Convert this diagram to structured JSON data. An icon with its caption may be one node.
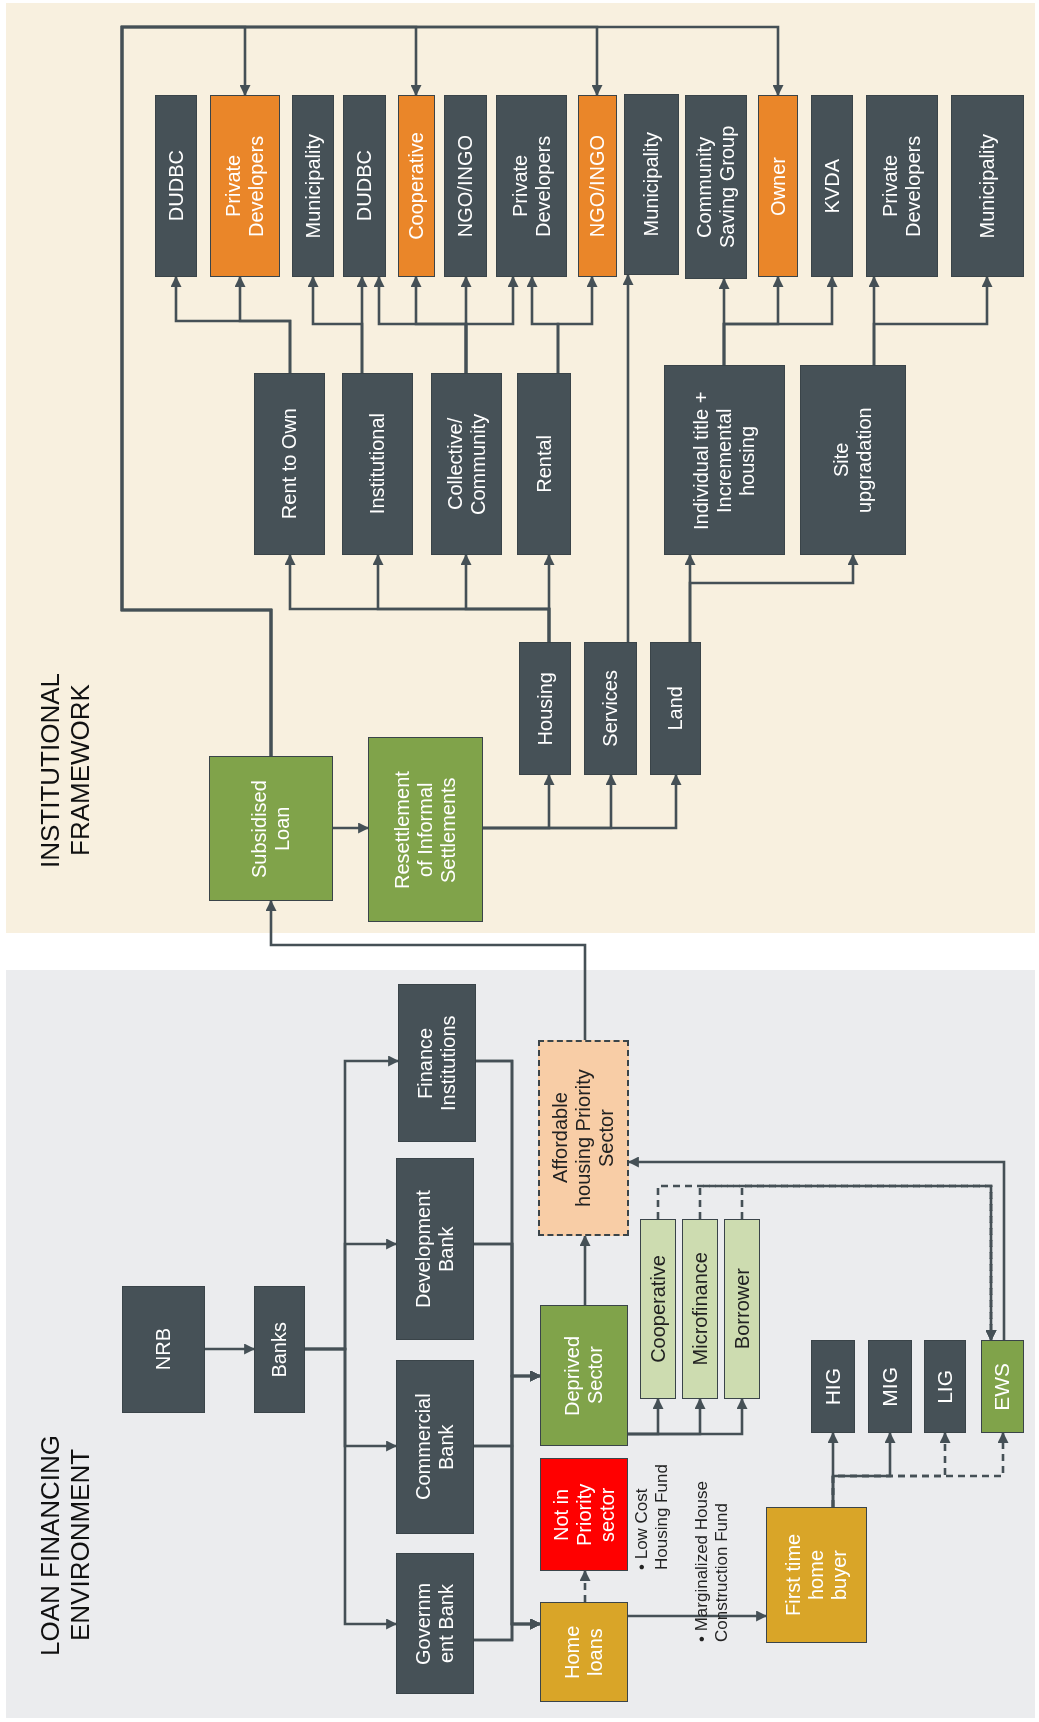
{
  "diagram": {
    "nodes": [
      {
        "text": [
          "LOAN FINANCING ENVIRONMENT"
        ]
      },
      {
        "text": [
          "NRB"
        ],
        "in": 0
      },
      {
        "text": [
          "Banks"
        ],
        "in": 0
      },
      {
        "text": [
          "Governm ent Bank"
        ],
        "in": 0
      },
      {
        "text": [
          "Commercial Bank"
        ],
        "in": 0
      },
      {
        "text": [
          "Development Bank"
        ],
        "in": 0
      },
      {
        "text": [
          "Finance Institutions"
        ],
        "in": 0
      },
      {
        "text": [
          "Home loans"
        ],
        "in": 0
      },
      {
        "text": [
          "Not in Priority sector"
        ],
        "in": 0
      },
      {
        "text": [
          "Deprived Sector"
        ],
        "in": 0
      },
      {
        "text": [
          "Affordable housing Priority Sector"
        ],
        "in": 0
      },
      {
        "text": [
          "Cooperative"
        ],
        "in": 0
      },
      {
        "text": [
          "Microfinance"
        ],
        "in": 0
      },
      {
        "text": [
          "Borrower"
        ],
        "in": 0
      },
      {
        "text": [
          "First time home buyer"
        ],
        "in": 0
      },
      {
        "text": [
          "HIG"
        ],
        "in": 0
      },
      {
        "text": [
          "MIG"
        ],
        "in": 0
      },
      {
        "text": [
          "LIG"
        ],
        "in": 0
      },
      {
        "text": [
          "EWS"
        ],
        "in": 0
      },
      {
        "text": [
          "INSTITUTIONAL FRAMEWORK"
        ]
      },
      {
        "text": [
          "Subsidised Loan"
        ],
        "in": 19
      },
      {
        "text": [
          "Resettlement of Informal Settlements"
        ],
        "in": 19
      },
      {
        "text": [
          "Housing"
        ],
        "in": 19
      },
      {
        "text": [
          "Services"
        ],
        "in": 19
      },
      {
        "text": [
          "Land"
        ],
        "in": 19
      },
      {
        "text": [
          "Rent to Own"
        ],
        "in": 19
      },
      {
        "text": [
          "Institutional"
        ],
        "in": 19
      },
      {
        "text": [
          "Collective/ Community"
        ],
        "in": 19
      },
      {
        "text": [
          "Rental"
        ],
        "in": 19
      },
      {
        "text": [
          "Individual title + Incremental housing"
        ],
        "in": 19
      },
      {
        "text": [
          "Site upgradation"
        ],
        "in": 19
      },
      {
        "text": [
          "DUDBC"
        ],
        "in": 19
      },
      {
        "text": [
          "Private Developers"
        ],
        "in": 19
      },
      {
        "text": [
          "Municipality"
        ],
        "in": 19
      },
      {
        "text": [
          "DUDBC"
        ],
        "in": 19
      },
      {
        "text": [
          "Cooperative"
        ],
        "in": 19
      },
      {
        "text": [
          "NGO/INGO"
        ],
        "in": 19
      },
      {
        "text": [
          "Private Developers"
        ],
        "in": 19
      },
      {
        "text": [
          "NGO/INGO"
        ],
        "in": 19
      },
      {
        "text": [
          "Municipality"
        ],
        "in": 19
      },
      {
        "text": [
          "Community Saving Group"
        ],
        "in": 19
      },
      {
        "text": [
          "Owner"
        ],
        "in": 19
      },
      {
        "text": [
          "KVDA"
        ],
        "in": 19
      },
      {
        "text": [
          "Private Developers"
        ],
        "in": 19
      },
      {
        "text": [
          "Municipality"
        ],
        "in": 19
      }
    ],
    "edges": [
      {
        "from": 1,
        "to": 2,
        "arrow": "to"
      },
      {
        "from": 2,
        "to": 3,
        "arrow": "to"
      },
      {
        "from": 2,
        "to": 4,
        "arrow": "to"
      },
      {
        "from": 2,
        "to": 5,
        "arrow": "to"
      },
      {
        "from": 2,
        "to": 6,
        "arrow": "to"
      },
      {
        "from": 3,
        "to": 9,
        "arrow": "to"
      },
      {
        "from": 3,
        "to": 7,
        "arrow": "to"
      },
      {
        "from": 4,
        "to": 9,
        "arrow": "to"
      },
      {
        "from": 4,
        "to": 7,
        "arrow": "to"
      },
      {
        "from": 5,
        "to": 9,
        "arrow": "to"
      },
      {
        "from": 5,
        "to": 7,
        "arrow": "to"
      },
      {
        "from": 6,
        "to": 9,
        "arrow": "to"
      },
      {
        "from": 6,
        "to": 7,
        "arrow": "to"
      },
      {
        "from": 7,
        "to": 8,
        "arrow": "to",
        "style": "dashed"
      },
      {
        "from": 7,
        "to": 14,
        "arrow": "to"
      },
      {
        "from": 9,
        "to": 10,
        "arrow": "to"
      },
      {
        "from": 9,
        "to": 11,
        "arrow": "to"
      },
      {
        "from": 9,
        "to": 12,
        "arrow": "to"
      },
      {
        "from": 9,
        "to": 13,
        "arrow": "to"
      },
      {
        "from": 11,
        "to": 18,
        "arrow": "to",
        "style": "dashed"
      },
      {
        "from": 12,
        "to": 18,
        "arrow": "to",
        "style": "dashed"
      },
      {
        "from": 13,
        "to": 18,
        "arrow": "to",
        "style": "dashed"
      },
      {
        "from": 18,
        "to": 10,
        "arrow": "to"
      },
      {
        "from": 14,
        "to": 15,
        "arrow": "to"
      },
      {
        "from": 14,
        "to": 16,
        "arrow": "to"
      },
      {
        "from": 14,
        "to": 17,
        "arrow": "to",
        "style": "dashed"
      },
      {
        "from": 14,
        "to": 18,
        "arrow": "to",
        "style": "dashed"
      },
      {
        "from": 10,
        "to": 20,
        "arrow": "to"
      },
      {
        "from": 20,
        "to": 21,
        "arrow": "to"
      },
      {
        "from": 21,
        "to": 22,
        "arrow": "to"
      },
      {
        "from": 21,
        "to": 23,
        "arrow": "to"
      },
      {
        "from": 21,
        "to": 24,
        "arrow": "to"
      },
      {
        "from": 22,
        "to": 25,
        "arrow": "to"
      },
      {
        "from": 22,
        "to": 26,
        "arrow": "to"
      },
      {
        "from": 22,
        "to": 27,
        "arrow": "to"
      },
      {
        "from": 22,
        "to": 28,
        "arrow": "to"
      },
      {
        "from": 23,
        "to": 39,
        "arrow": "to"
      },
      {
        "from": 24,
        "to": 29,
        "arrow": "to"
      },
      {
        "from": 24,
        "to": 30,
        "arrow": "to"
      },
      {
        "from": 20,
        "to": 32,
        "arrow": "to"
      },
      {
        "from": 20,
        "to": 35,
        "arrow": "to"
      },
      {
        "from": 20,
        "to": 38,
        "arrow": "to"
      },
      {
        "from": 20,
        "to": 41,
        "arrow": "to"
      },
      {
        "from": 25,
        "to": 31,
        "arrow": "to"
      },
      {
        "from": 25,
        "to": 32,
        "arrow": "to"
      },
      {
        "from": 26,
        "to": 33,
        "arrow": "to"
      },
      {
        "from": 26,
        "to": 34,
        "arrow": "to"
      },
      {
        "from": 27,
        "to": 34,
        "arrow": "to"
      },
      {
        "from": 27,
        "to": 35,
        "arrow": "to"
      },
      {
        "from": 27,
        "to": 36,
        "arrow": "to"
      },
      {
        "from": 27,
        "to": 37,
        "arrow": "to"
      },
      {
        "from": 28,
        "to": 37,
        "arrow": "to"
      },
      {
        "from": 28,
        "to": 38,
        "arrow": "to"
      },
      {
        "from": 29,
        "to": 40,
        "arrow": "to"
      },
      {
        "from": 29,
        "to": 41,
        "arrow": "to"
      },
      {
        "from": 29,
        "to": 42,
        "arrow": "to"
      },
      {
        "from": 30,
        "to": 43,
        "arrow": "to"
      },
      {
        "from": 30,
        "to": 44,
        "arrow": "to"
      }
    ],
    "labels": [
      "• Low Cost Housing Fund",
      "• Marginalized House Construction Fund"
    ]
  }
}
